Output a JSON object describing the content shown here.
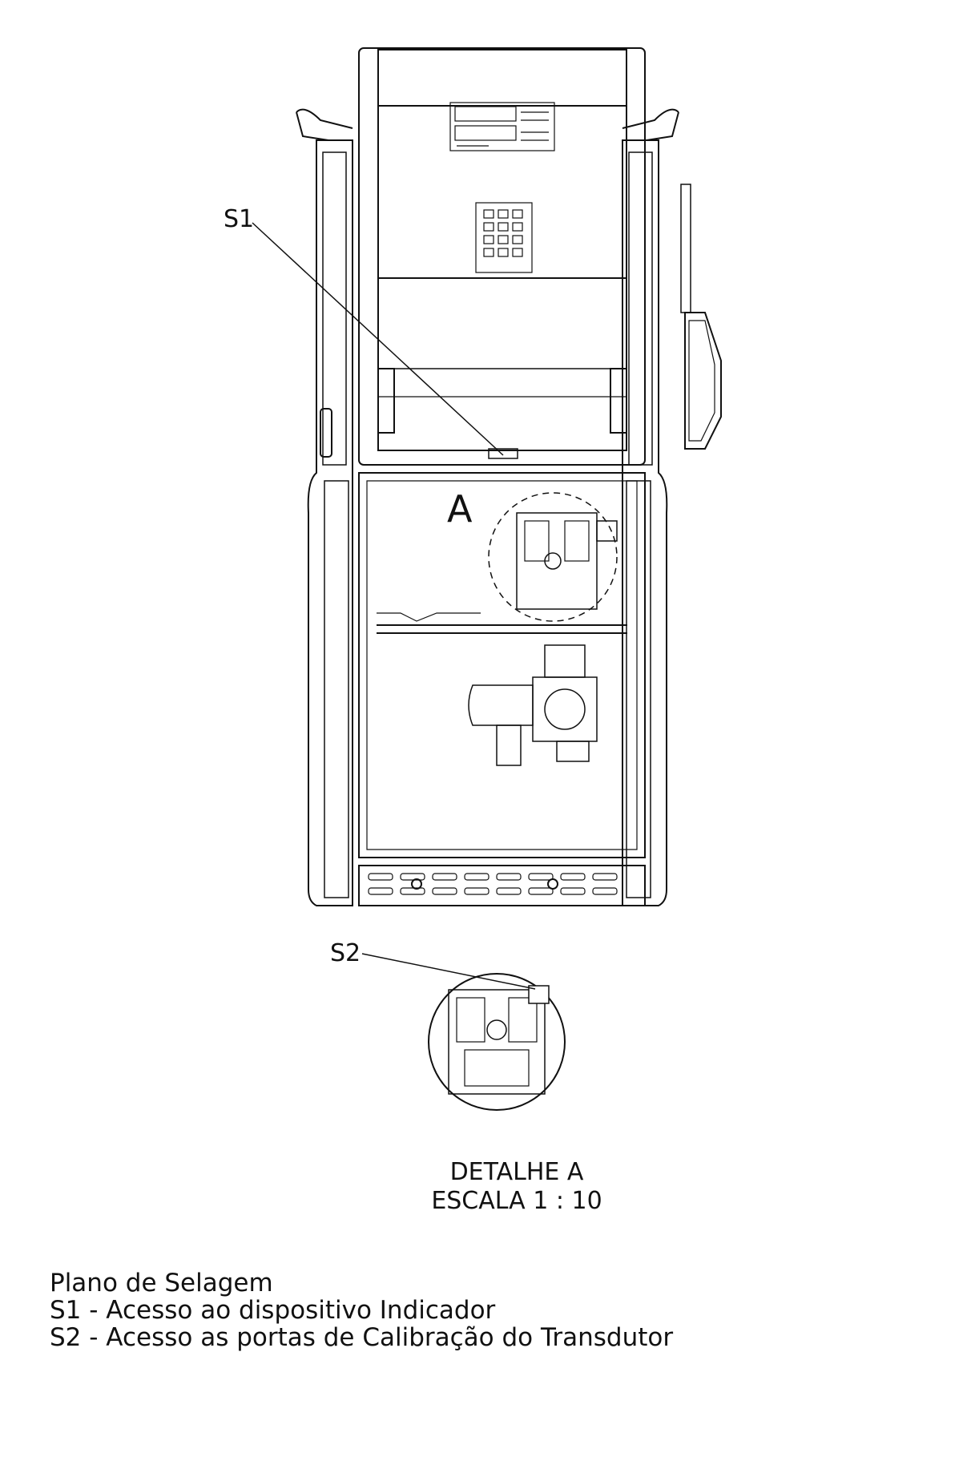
{
  "labels": {
    "s1": "S1",
    "a": "A",
    "s2": "S2"
  },
  "detail": {
    "title": "DETALHE A",
    "scale": "ESCALA 1 : 10"
  },
  "legend": {
    "title": "Plano de Selagem",
    "items": [
      "S1 - Acesso ao dispositivo Indicador",
      "S2 - Acesso as portas de Calibração do Transdutor"
    ]
  }
}
